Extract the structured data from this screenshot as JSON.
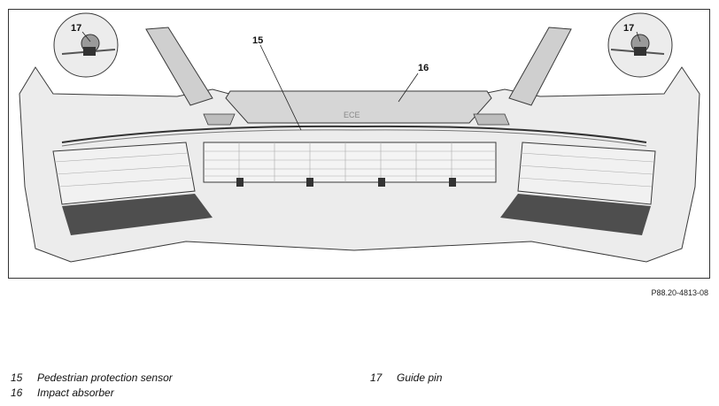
{
  "callouts": {
    "c15": "15",
    "c16": "16",
    "c17_left": "17",
    "c17_right": "17"
  },
  "bumper_stamp": "ECE",
  "figure_ref": "P88.20-4813-08",
  "legend": [
    {
      "num": "15",
      "text": "Pedestrian protection sensor"
    },
    {
      "num": "16",
      "text": "Impact absorber"
    },
    {
      "num": "17",
      "text": "Guide pin"
    }
  ],
  "colors": {
    "frame": "#333333",
    "line": "#3a3a3a",
    "fill_light": "#e9e9e9",
    "fill_mid": "#cfcfcf",
    "fill_dark": "#555555"
  }
}
